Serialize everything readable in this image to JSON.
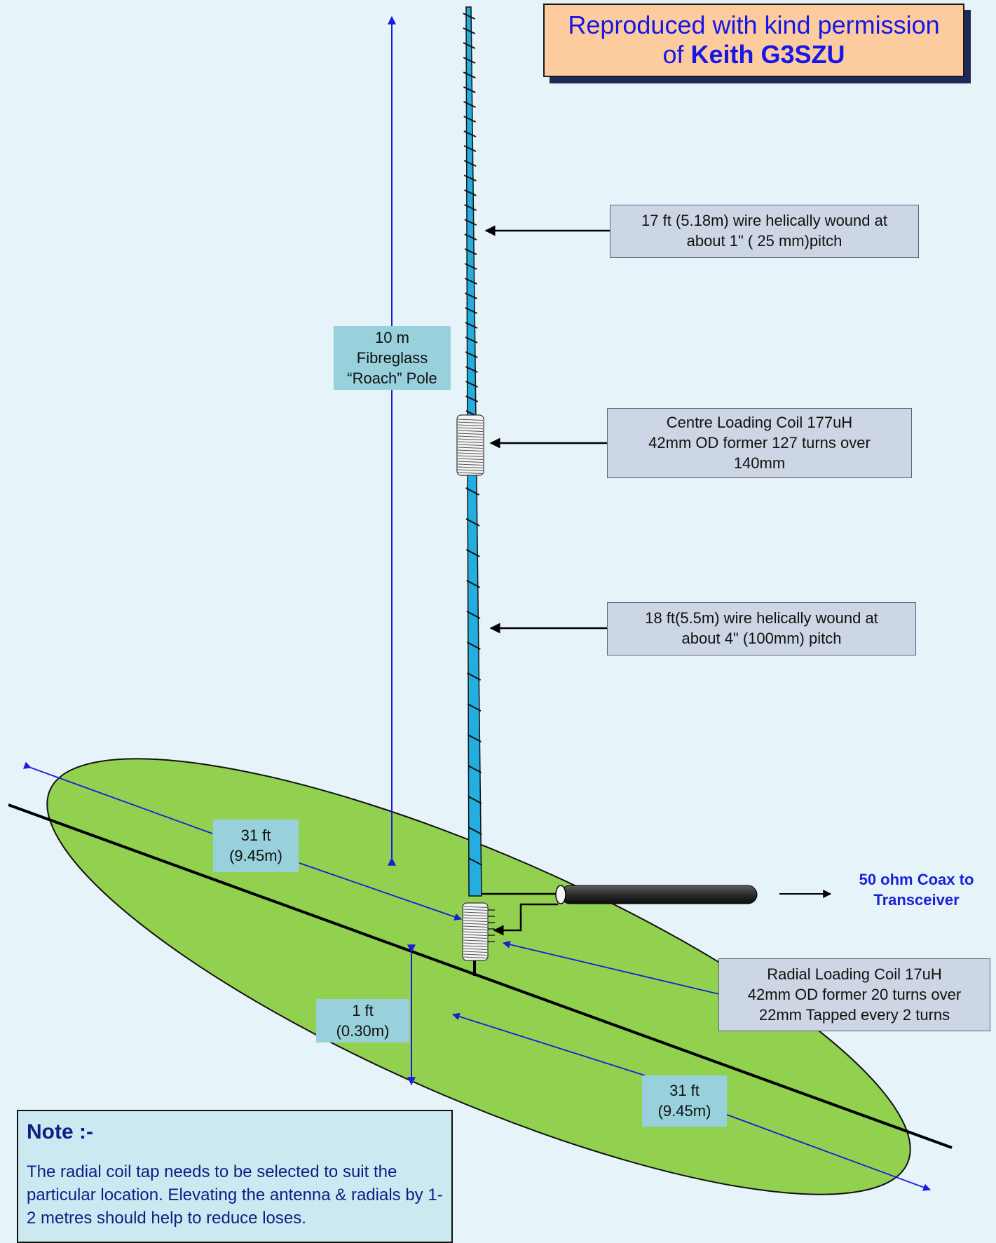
{
  "permission": {
    "line1": "Reproduced with kind permission",
    "line2_prefix": "of",
    "line2_name": "Keith G3SZU"
  },
  "pole_label": {
    "lines": [
      "10 m",
      "Fibreglass",
      "“Roach” Pole"
    ]
  },
  "upper_wire_callout": {
    "lines": [
      "17 ft (5.18m) wire helically wound at",
      "about 1\" ( 25 mm)pitch"
    ]
  },
  "centre_coil_callout": {
    "lines": [
      "Centre Loading Coil 177uH",
      "42mm OD former 127 turns over",
      "140mm"
    ]
  },
  "lower_wire_callout": {
    "lines": [
      "18 ft(5.5m)  wire helically wound at",
      "about 4\" (100mm) pitch"
    ]
  },
  "radial_left_label": {
    "lines": [
      "31 ft",
      "(9.45m)"
    ]
  },
  "radial_right_label": {
    "lines": [
      "31 ft",
      "(9.45m)"
    ]
  },
  "height_label": {
    "lines": [
      "1 ft",
      "(0.30m)"
    ]
  },
  "radial_coil_callout": {
    "lines": [
      "Radial Loading Coil 17uH",
      "42mm OD  former 20 turns over",
      "22mm  Tapped every 2 turns"
    ]
  },
  "coax_label": {
    "lines": [
      "50 ohm Coax to",
      "Transceiver"
    ]
  },
  "note": {
    "title": "Note :-",
    "body": "The radial coil tap needs to be selected to suit the particular location. Elevating the antenna & radials by 1-2 metres should help to reduce loses."
  },
  "colors": {
    "background": "#e6f3f9",
    "ground": "#92d050",
    "pole": "#23aedf",
    "dimension_arrow": "#1c1cd8",
    "callout_fill": "#cdd6e4",
    "dimension_fill": "#98d0dc",
    "permission_fill": "#fccb9e",
    "note_fill": "#cce8f0"
  }
}
